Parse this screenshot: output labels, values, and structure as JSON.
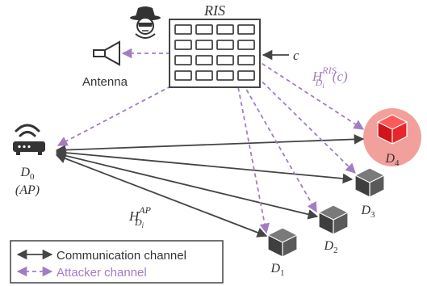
{
  "ris": {
    "label": "RIS",
    "element_label": "c",
    "rows": 4,
    "cols": 4
  },
  "antenna": {
    "label": "Antenna"
  },
  "ap": {
    "name": "D",
    "sub": "0",
    "role": "(AP)"
  },
  "devices": [
    {
      "name": "D",
      "sub": "1"
    },
    {
      "name": "D",
      "sub": "2"
    },
    {
      "name": "D",
      "sub": "3"
    },
    {
      "name": "D",
      "sub": "4",
      "highlight": true
    }
  ],
  "labels": {
    "h_ap": {
      "base": "H",
      "sup": "AP",
      "sub": "D",
      "subsub": "i"
    },
    "h_ris": {
      "base": "H",
      "sup": "RIS",
      "sub": "D",
      "subsub": "i",
      "arg": "(c)"
    }
  },
  "legend": {
    "communication": "Communication channel",
    "attacker": "Attacker channel"
  },
  "colors": {
    "communication": "#444444",
    "attacker": "#a27dc2",
    "highlight": "#f2a09c",
    "device": "#555555",
    "highlight_cube": "#e0191e"
  }
}
